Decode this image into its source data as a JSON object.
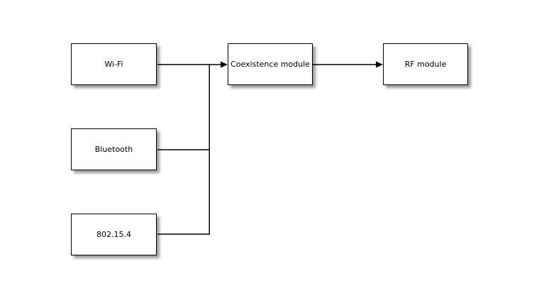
{
  "diagram": {
    "nodes": [
      {
        "id": "wifi",
        "label": "Wi-Fi"
      },
      {
        "id": "bluetooth",
        "label": "Bluetooth"
      },
      {
        "id": "ieee-802-15-4",
        "label": "802.15.4"
      },
      {
        "id": "coexistence-module",
        "label": "Coexistence module"
      },
      {
        "id": "rf-module",
        "label": "RF module"
      }
    ],
    "edges": [
      {
        "from": "wifi",
        "to": "coexistence-module",
        "arrow": true
      },
      {
        "from": "bluetooth",
        "to": "coexistence-module",
        "arrow": true
      },
      {
        "from": "ieee-802-15-4",
        "to": "coexistence-module",
        "arrow": true
      },
      {
        "from": "coexistence-module",
        "to": "rf-module",
        "arrow": true
      }
    ],
    "colors": {
      "background": "#ffffff",
      "node_fill": "#ffffff",
      "node_border": "#000000",
      "line": "#000000",
      "text": "#000000"
    }
  }
}
